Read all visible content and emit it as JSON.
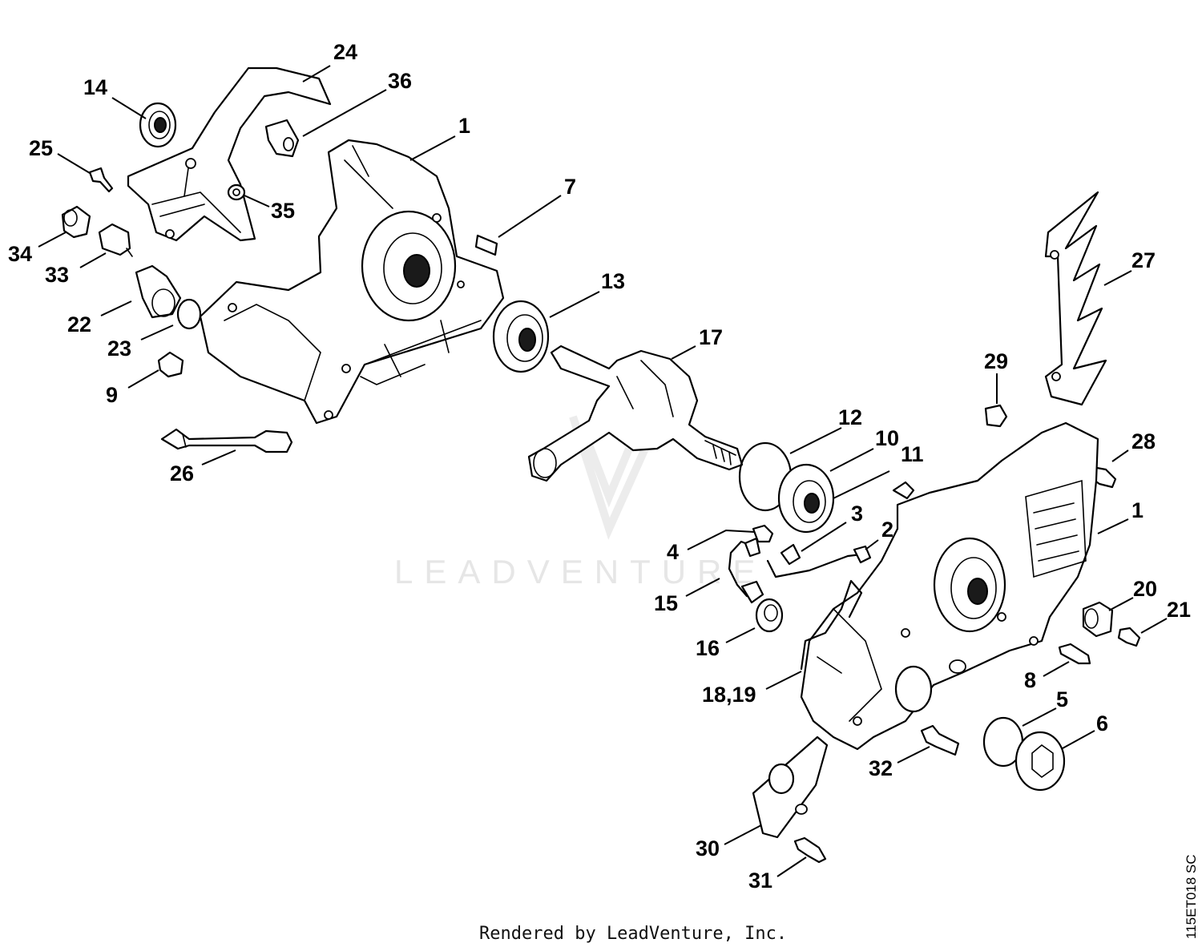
{
  "callouts": [
    {
      "id": "24",
      "text": "24"
    },
    {
      "id": "14",
      "text": "14"
    },
    {
      "id": "36",
      "text": "36"
    },
    {
      "id": "1a",
      "text": "1"
    },
    {
      "id": "25",
      "text": "25"
    },
    {
      "id": "7",
      "text": "7"
    },
    {
      "id": "35",
      "text": "35"
    },
    {
      "id": "34",
      "text": "34"
    },
    {
      "id": "33",
      "text": "33"
    },
    {
      "id": "27",
      "text": "27"
    },
    {
      "id": "13",
      "text": "13"
    },
    {
      "id": "22",
      "text": "22"
    },
    {
      "id": "23",
      "text": "23"
    },
    {
      "id": "17",
      "text": "17"
    },
    {
      "id": "29",
      "text": "29"
    },
    {
      "id": "9",
      "text": "9"
    },
    {
      "id": "12",
      "text": "12"
    },
    {
      "id": "10",
      "text": "10"
    },
    {
      "id": "11",
      "text": "11"
    },
    {
      "id": "28",
      "text": "28"
    },
    {
      "id": "26",
      "text": "26"
    },
    {
      "id": "3",
      "text": "3"
    },
    {
      "id": "1b",
      "text": "1"
    },
    {
      "id": "2",
      "text": "2"
    },
    {
      "id": "4",
      "text": "4"
    },
    {
      "id": "15",
      "text": "15"
    },
    {
      "id": "20",
      "text": "20"
    },
    {
      "id": "21",
      "text": "21"
    },
    {
      "id": "16",
      "text": "16"
    },
    {
      "id": "8",
      "text": "8"
    },
    {
      "id": "18-19",
      "text": "18,19"
    },
    {
      "id": "5",
      "text": "5"
    },
    {
      "id": "6",
      "text": "6"
    },
    {
      "id": "32",
      "text": "32"
    },
    {
      "id": "30",
      "text": "30"
    },
    {
      "id": "31",
      "text": "31"
    }
  ],
  "watermark": "LEADVENTURE",
  "footer": "Rendered by LeadVenture, Inc.",
  "drawing_code": "115ET018 SC"
}
